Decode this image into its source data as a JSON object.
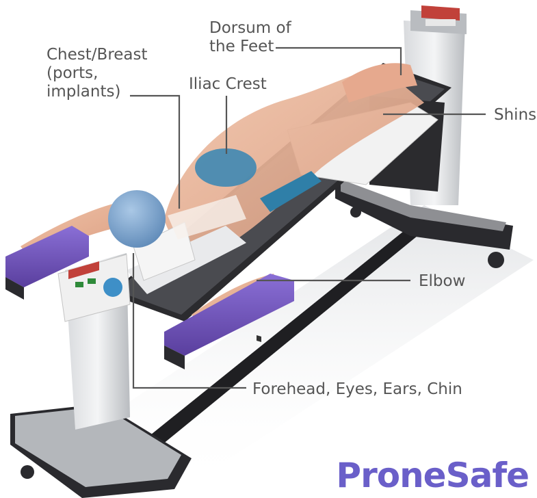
{
  "labels": {
    "dorsum": "Dorsum of\nthe Feet",
    "chest": "Chest/Breast\n(ports,\nimplants)",
    "iliac": "Iliac Crest",
    "shins": "Shins",
    "elbow": "Elbow",
    "forehead": "Forehead, Eyes, Ears, Chin"
  },
  "brand": "ProneSafe",
  "colors": {
    "pad_purple": "#6c4fb8",
    "gel_blue": "#2f7fa8",
    "brand": "#6a5fc9",
    "leader_line": "#555555",
    "skin": "#e8b49b"
  }
}
